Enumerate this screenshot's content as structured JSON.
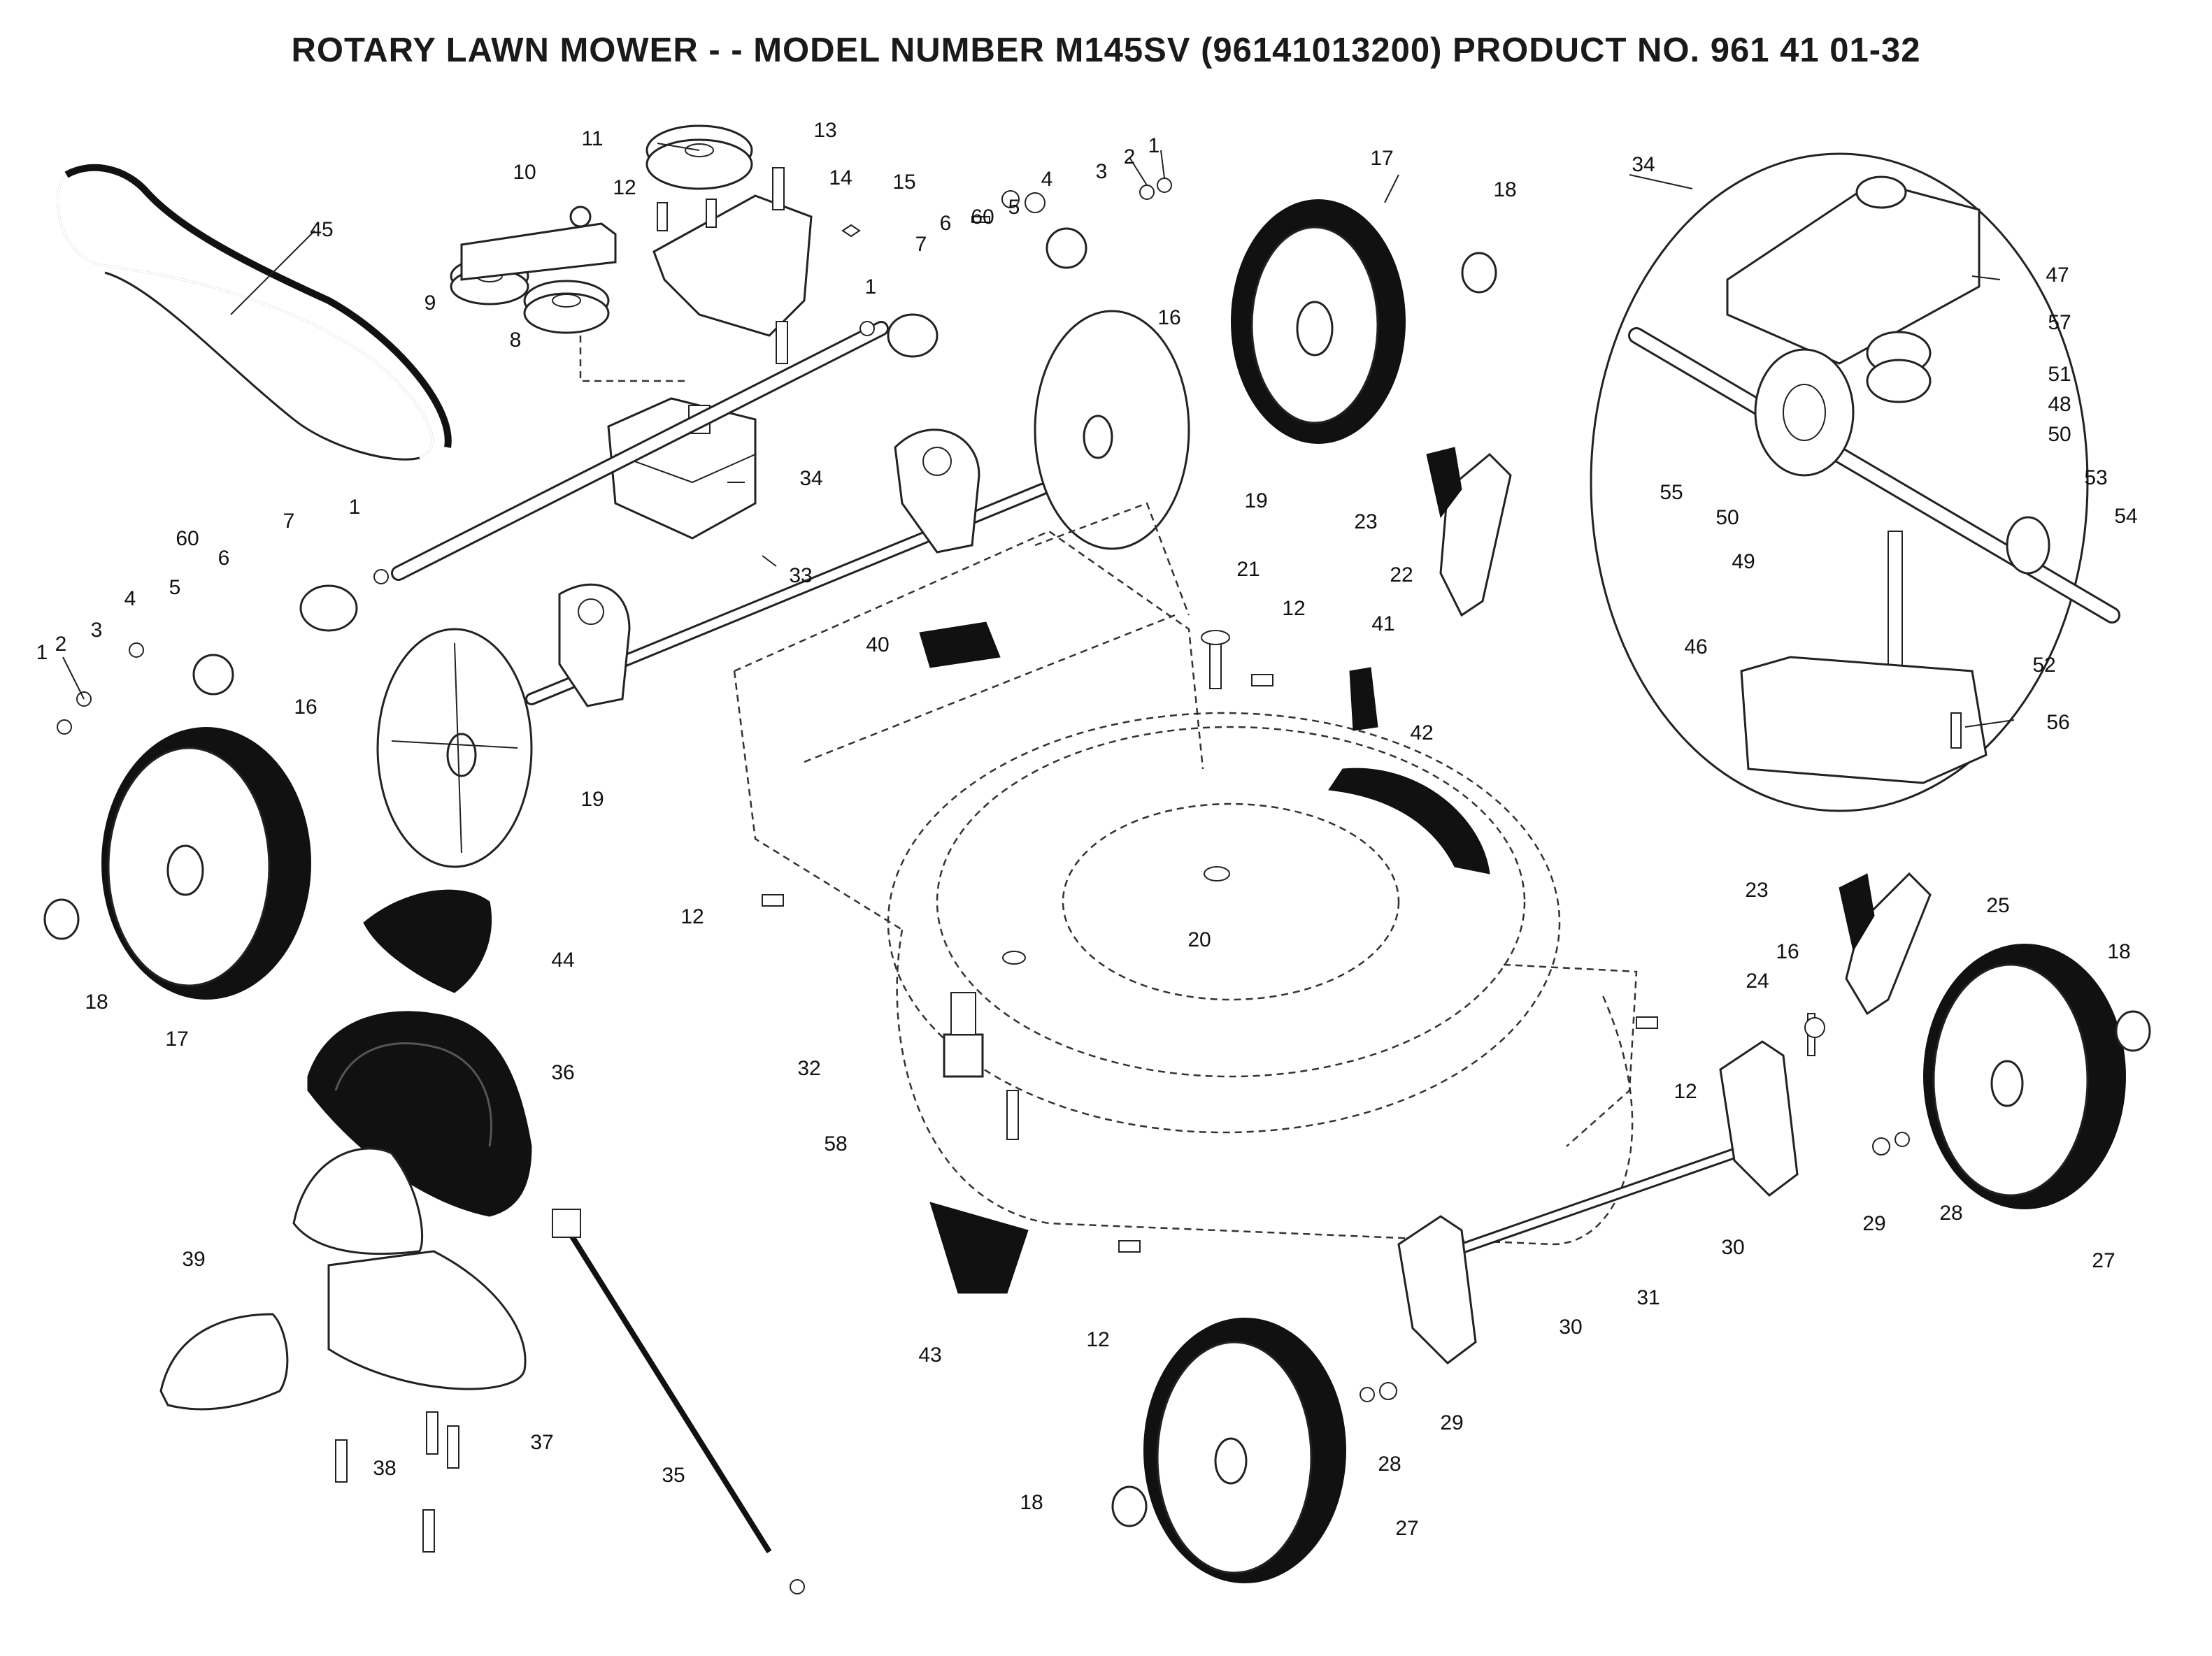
{
  "title": "ROTARY LAWN MOWER - - MODEL NUMBER  M145SV  (96141013200) PRODUCT NO. 961 41 01-32",
  "callouts": [
    {
      "id": "c1",
      "label": "1"
    },
    {
      "id": "c2",
      "label": "2"
    },
    {
      "id": "c3",
      "label": "3"
    },
    {
      "id": "c4",
      "label": "4"
    },
    {
      "id": "c5",
      "label": "5"
    },
    {
      "id": "c6",
      "label": "6"
    },
    {
      "id": "c7",
      "label": "7"
    },
    {
      "id": "c8",
      "label": "8"
    },
    {
      "id": "c9",
      "label": "9"
    },
    {
      "id": "c10",
      "label": "10"
    },
    {
      "id": "c11",
      "label": "11"
    },
    {
      "id": "c12",
      "label": "12"
    },
    {
      "id": "c13",
      "label": "13"
    },
    {
      "id": "c14",
      "label": "14"
    },
    {
      "id": "c15",
      "label": "15"
    },
    {
      "id": "c16",
      "label": "16"
    },
    {
      "id": "c17",
      "label": "17"
    },
    {
      "id": "c18",
      "label": "18"
    },
    {
      "id": "c19",
      "label": "19"
    },
    {
      "id": "c20",
      "label": "20"
    },
    {
      "id": "c21",
      "label": "21"
    },
    {
      "id": "c22",
      "label": "22"
    },
    {
      "id": "c23",
      "label": "23"
    },
    {
      "id": "c24",
      "label": "24"
    },
    {
      "id": "c25",
      "label": "25"
    },
    {
      "id": "c27",
      "label": "27"
    },
    {
      "id": "c28",
      "label": "28"
    },
    {
      "id": "c29",
      "label": "29"
    },
    {
      "id": "c30",
      "label": "30"
    },
    {
      "id": "c31",
      "label": "31"
    },
    {
      "id": "c32",
      "label": "32"
    },
    {
      "id": "c33",
      "label": "33"
    },
    {
      "id": "c34",
      "label": "34"
    },
    {
      "id": "c35",
      "label": "35"
    },
    {
      "id": "c36",
      "label": "36"
    },
    {
      "id": "c37",
      "label": "37"
    },
    {
      "id": "c38",
      "label": "38"
    },
    {
      "id": "c39",
      "label": "39"
    },
    {
      "id": "c40",
      "label": "40"
    },
    {
      "id": "c41",
      "label": "41"
    },
    {
      "id": "c42",
      "label": "42"
    },
    {
      "id": "c43",
      "label": "43"
    },
    {
      "id": "c44",
      "label": "44"
    },
    {
      "id": "c45",
      "label": "45"
    },
    {
      "id": "c46",
      "label": "46"
    },
    {
      "id": "c47",
      "label": "47"
    },
    {
      "id": "c48",
      "label": "48"
    },
    {
      "id": "c49",
      "label": "49"
    },
    {
      "id": "c50",
      "label": "50"
    },
    {
      "id": "c51",
      "label": "51"
    },
    {
      "id": "c52",
      "label": "52"
    },
    {
      "id": "c53",
      "label": "53"
    },
    {
      "id": "c54",
      "label": "54"
    },
    {
      "id": "c55",
      "label": "55"
    },
    {
      "id": "c56",
      "label": "56"
    },
    {
      "id": "c57",
      "label": "57"
    },
    {
      "id": "c58",
      "label": "58"
    },
    {
      "id": "c60",
      "label": "60"
    }
  ]
}
